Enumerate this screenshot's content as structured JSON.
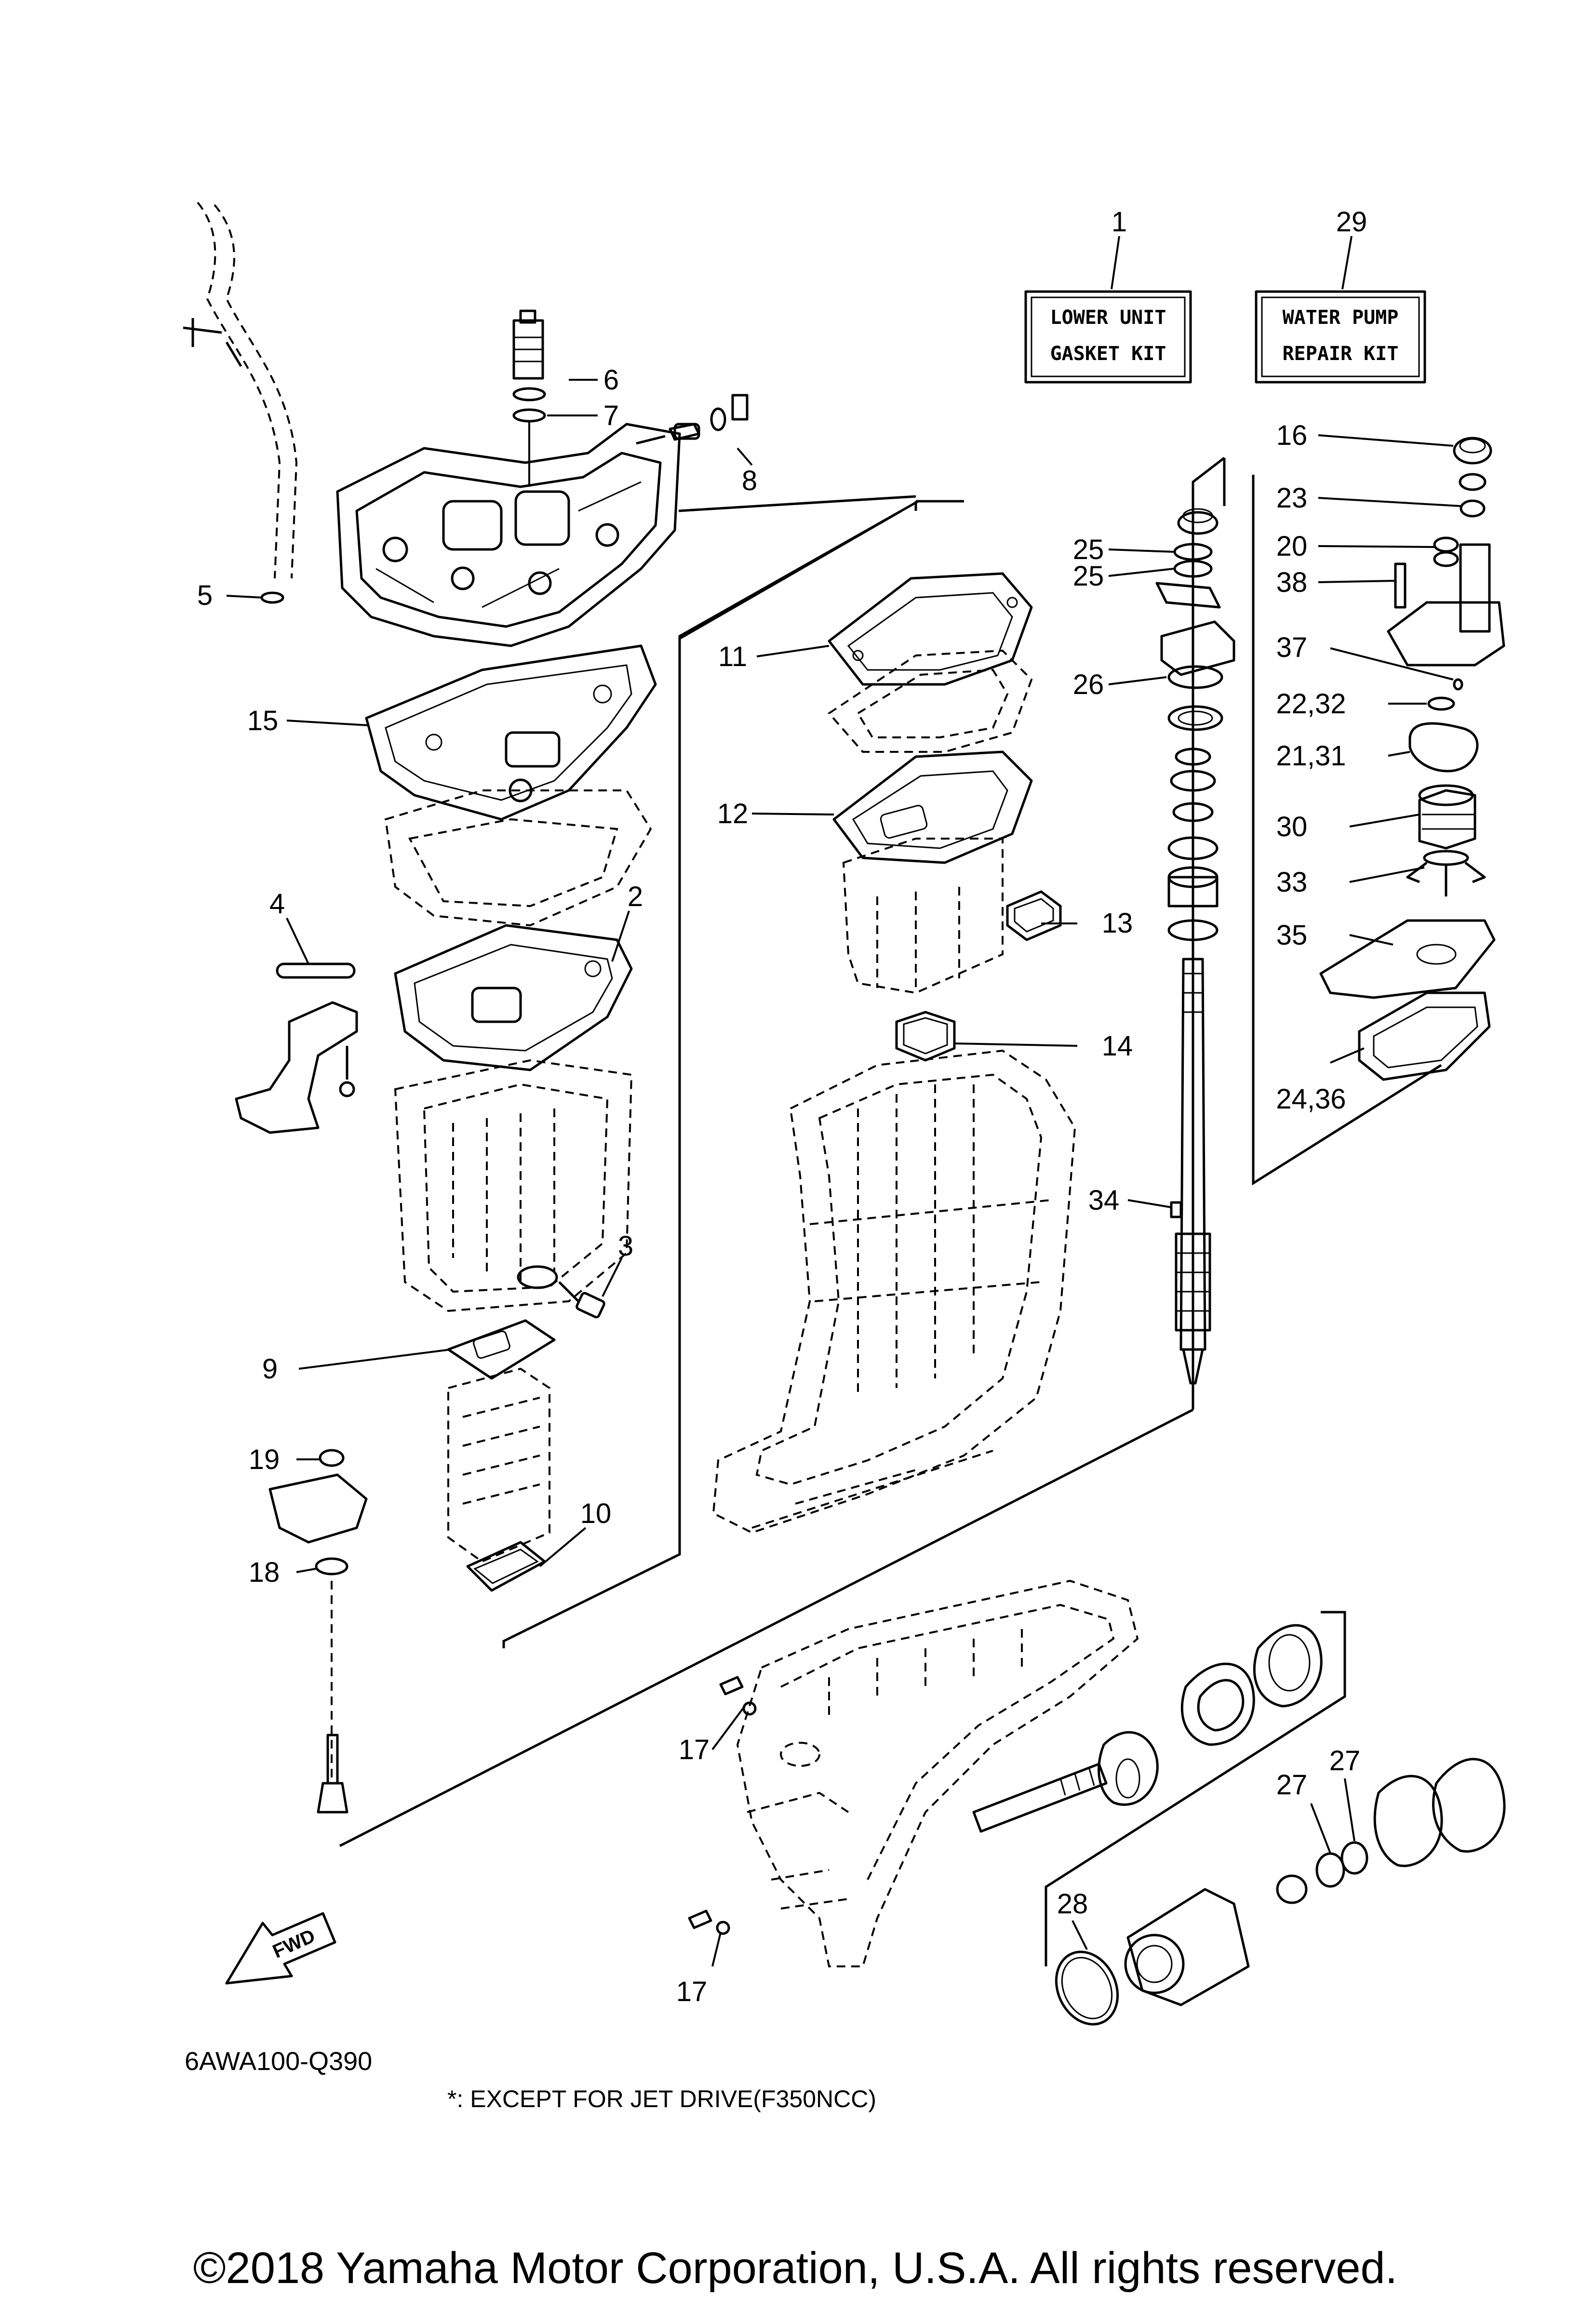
{
  "diagram": {
    "labels": [
      {
        "id": "p1",
        "text": "1"
      },
      {
        "id": "p2",
        "text": "2"
      },
      {
        "id": "p3",
        "text": "3"
      },
      {
        "id": "p4",
        "text": "4"
      },
      {
        "id": "p5",
        "text": "5"
      },
      {
        "id": "p6",
        "text": "6"
      },
      {
        "id": "p7",
        "text": "7"
      },
      {
        "id": "p8",
        "text": "8"
      },
      {
        "id": "p9",
        "text": "9"
      },
      {
        "id": "p10",
        "text": "10"
      },
      {
        "id": "p11",
        "text": "11"
      },
      {
        "id": "p12",
        "text": "12"
      },
      {
        "id": "p13",
        "text": "13"
      },
      {
        "id": "p14",
        "text": "14"
      },
      {
        "id": "p15",
        "text": "15"
      },
      {
        "id": "p16",
        "text": "16"
      },
      {
        "id": "p17a",
        "text": "17"
      },
      {
        "id": "p17b",
        "text": "17"
      },
      {
        "id": "p18",
        "text": "18"
      },
      {
        "id": "p19",
        "text": "19"
      },
      {
        "id": "p20",
        "text": "20"
      },
      {
        "id": "p21",
        "text": "21,31"
      },
      {
        "id": "p22",
        "text": "22,32"
      },
      {
        "id": "p23",
        "text": "23"
      },
      {
        "id": "p24",
        "text": "24,36"
      },
      {
        "id": "p25a",
        "text": "25"
      },
      {
        "id": "p25b",
        "text": "25"
      },
      {
        "id": "p26",
        "text": "26"
      },
      {
        "id": "p27a",
        "text": "27"
      },
      {
        "id": "p27b",
        "text": "27"
      },
      {
        "id": "p28",
        "text": "28"
      },
      {
        "id": "p29",
        "text": "29"
      },
      {
        "id": "p30",
        "text": "30"
      },
      {
        "id": "p33",
        "text": "33"
      },
      {
        "id": "p34",
        "text": "34"
      },
      {
        "id": "p35",
        "text": "35"
      },
      {
        "id": "p37",
        "text": "37"
      },
      {
        "id": "p38",
        "text": "38"
      }
    ],
    "kits": {
      "lower_unit": {
        "line1": "LOWER UNIT",
        "line2": "GASKET KIT"
      },
      "water_pump": {
        "line1": "WATER PUMP",
        "line2": "REPAIR KIT"
      }
    },
    "fwd_label": "FWD",
    "diagram_code": "6AWA100-Q390",
    "note": "*: EXCEPT FOR JET DRIVE(F350NCC)",
    "copyright": "©2018 Yamaha Motor Corporation, U.S.A. All rights reserved."
  }
}
